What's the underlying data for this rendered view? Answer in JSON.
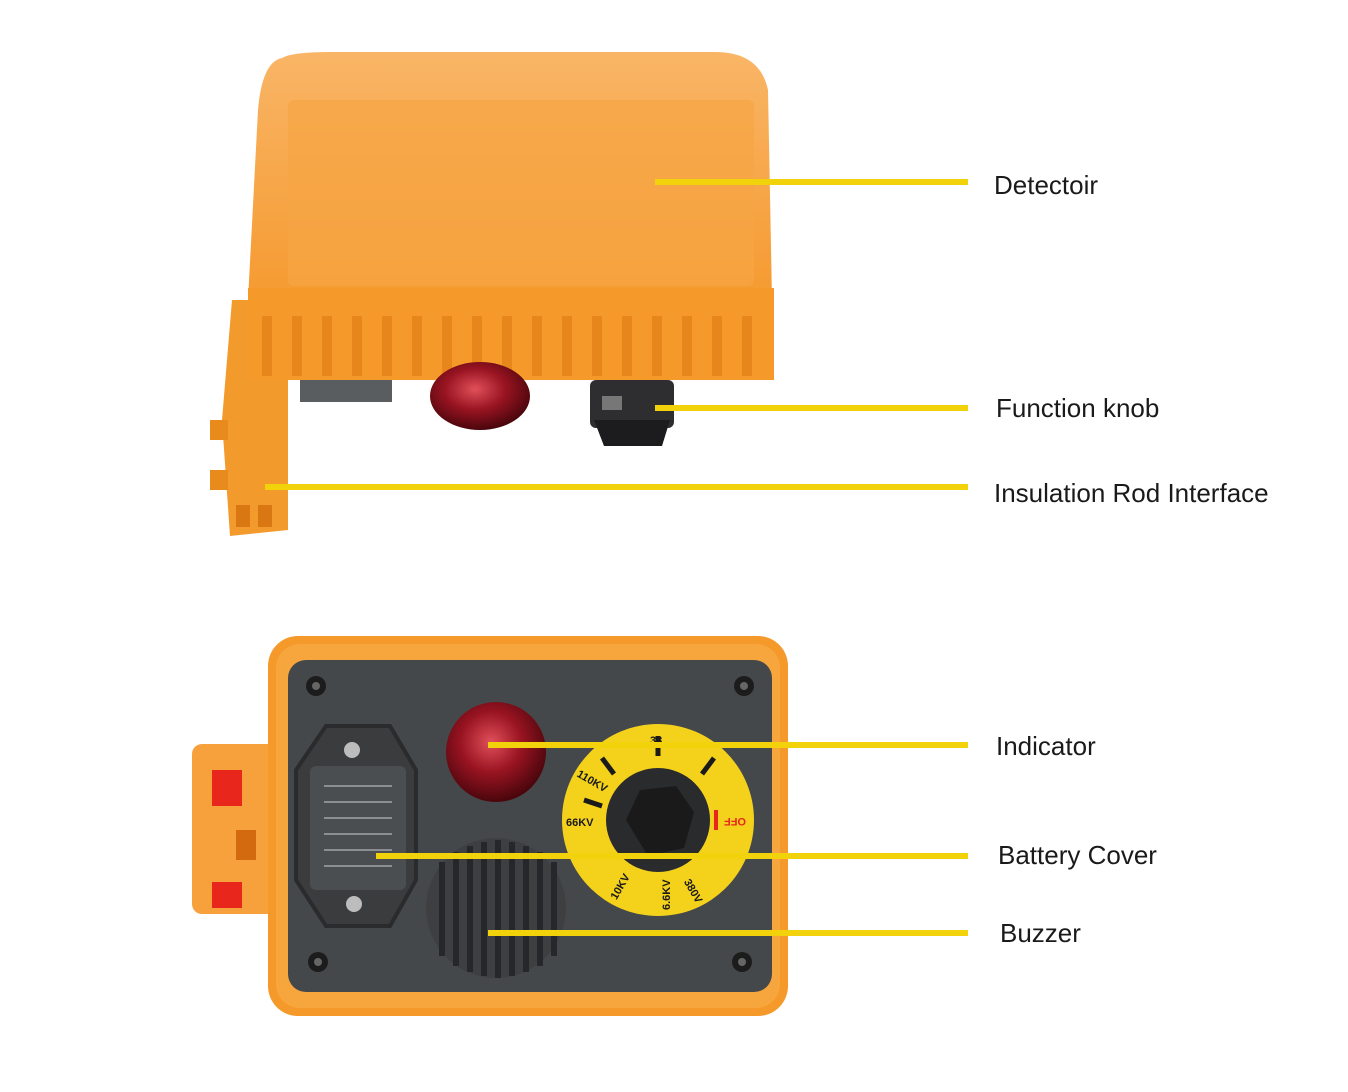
{
  "colors": {
    "housing": "#f7a13c",
    "housing_light": "#f9b35a",
    "housing_dark": "#e98a1c",
    "panel": "#45484a",
    "dial": "#f4d21c",
    "callout_line": "#f2d20a",
    "lamp": "#8a0f1a",
    "red_insert": "#e8261c"
  },
  "callouts": [
    {
      "id": "detectoir",
      "label": "Detectoir"
    },
    {
      "id": "function-knob",
      "label": "Function knob"
    },
    {
      "id": "insulation-rod-interface",
      "label": "Insulation Rod Interface"
    },
    {
      "id": "indicator",
      "label": "Indicator"
    },
    {
      "id": "battery-cover",
      "label": "Battery Cover"
    },
    {
      "id": "buzzer",
      "label": "Buzzer"
    }
  ],
  "dial": {
    "marks": [
      "33",
      "110KV",
      "66KV",
      "10KV",
      "6.6KV",
      "380V",
      "OFF"
    ]
  }
}
